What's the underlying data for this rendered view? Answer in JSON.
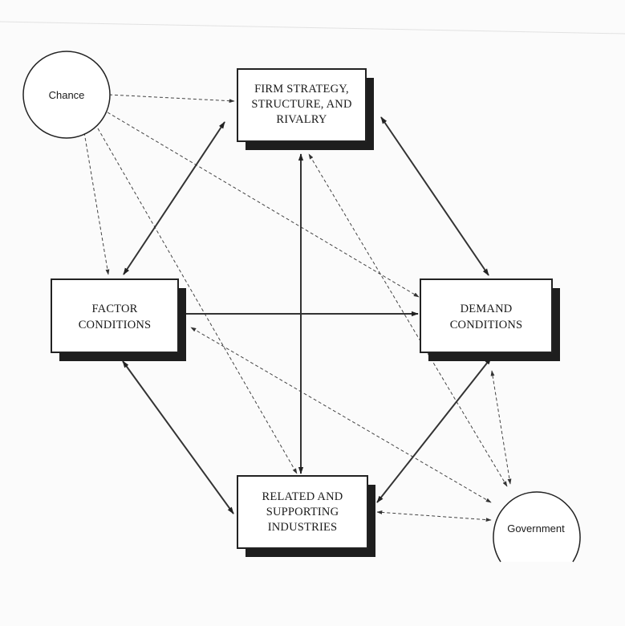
{
  "nodes": {
    "chance": {
      "label": "Chance"
    },
    "government": {
      "label": "Government"
    },
    "firm_strategy": {
      "lines": [
        "FIRM STRATEGY,",
        "STRUCTURE, AND",
        "RIVALRY"
      ]
    },
    "factor_conditions": {
      "lines": [
        "FACTOR",
        "CONDITIONS"
      ]
    },
    "demand_conditions": {
      "lines": [
        "DEMAND",
        "CONDITIONS"
      ]
    },
    "related_supporting": {
      "lines": [
        "RELATED AND",
        "SUPPORTING",
        "INDUSTRIES"
      ]
    }
  },
  "colors": {
    "stroke": "#333333",
    "shadow": "#1e1e1e",
    "background": "#fbfbfb"
  }
}
